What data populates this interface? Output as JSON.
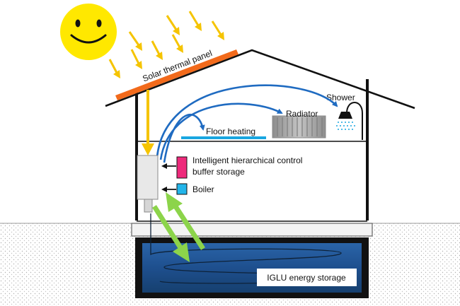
{
  "labels": {
    "solar_panel": "Solar thermal panel",
    "shower": "Shower",
    "radiator": "Radiator",
    "floor_heating": "Floor heating",
    "control_line1": "Intelligent hierarchical control",
    "control_line2": "buffer storage",
    "boiler": "Boiler",
    "storage": "IGLU energy storage"
  },
  "colors": {
    "sun": "#ffe800",
    "sun_rays": "#f5c400",
    "solar_panel": "#f26a1b",
    "pipes": "#1f6bc1",
    "floor_heating": "#19a6e0",
    "radiator": "#a6a6a6",
    "ground_flow": "#8cd44a",
    "buffer_storage": "#ee2a7b",
    "boiler": "#23b5ea",
    "storage_tank": "#1e4f8e",
    "house_outline": "#111111"
  },
  "icons": [
    "sun-icon",
    "shower-head-icon",
    "radiator-icon",
    "control-unit-icon"
  ]
}
